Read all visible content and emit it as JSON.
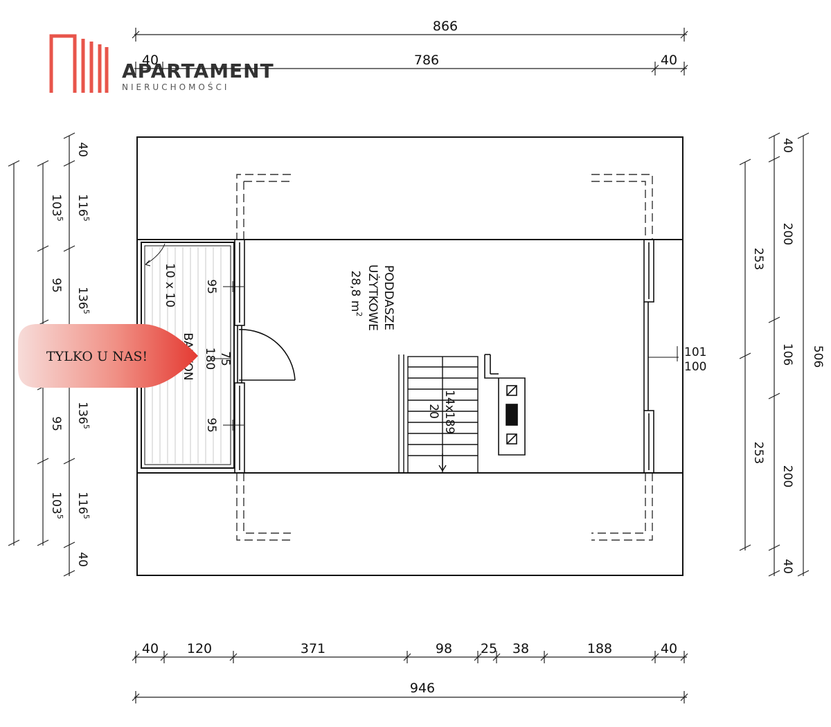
{
  "logo": {
    "name": "APARTAMENT",
    "tagline": "NIERUCHOMOŚCI",
    "color": "#e8554b"
  },
  "badge": {
    "text": "TYLKO U NAS!",
    "color": "#e43a32"
  },
  "top_dims": {
    "total": "866",
    "inner": "786",
    "left": "40",
    "right": "40"
  },
  "bottom_dims": {
    "segments": [
      "40",
      "120",
      "371",
      "98",
      "25",
      "38",
      "188",
      "40"
    ],
    "total": "946"
  },
  "left_dims": {
    "outer_top": "40",
    "outer_bottom": "40",
    "col_a": [
      "116",
      "136",
      "136",
      "116"
    ],
    "col_a_sup": "5",
    "col_b": [
      "103",
      "95",
      "95",
      "103"
    ],
    "col_b_sup": "5"
  },
  "right_dims": {
    "total": "506",
    "top": "40",
    "bottom": "40",
    "col_a": [
      "200",
      "106",
      "200"
    ],
    "col_b": [
      "253",
      "253"
    ],
    "window": {
      "upper": "101",
      "lower": "100"
    }
  },
  "rooms": {
    "attic": {
      "line1": "PODDASZE",
      "line2": "UŻYTKOWE",
      "area": "28,8 m",
      "area_sup": "2"
    },
    "balcony": {
      "label": "BALKON",
      "size": "10 x 10"
    },
    "stairs": {
      "size": "14x189",
      "width": "20"
    }
  },
  "openings": {
    "window_upper": "95",
    "door_top": "75",
    "door_bottom": "180",
    "window_lower": "95"
  }
}
